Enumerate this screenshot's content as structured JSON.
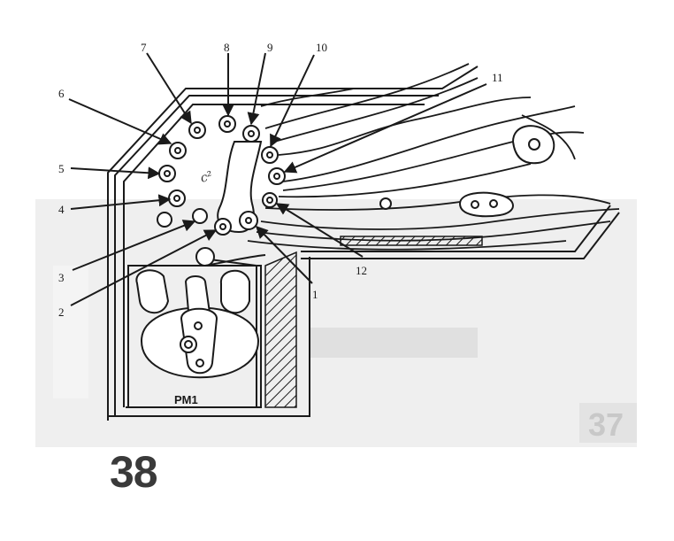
{
  "figure": {
    "number": "38",
    "component_label": "PM1",
    "handwritten_note": "c²",
    "page_mark": "37"
  },
  "callouts": [
    {
      "id": "1",
      "label": "1"
    },
    {
      "id": "2",
      "label": "2"
    },
    {
      "id": "3",
      "label": "3"
    },
    {
      "id": "4",
      "label": "4"
    },
    {
      "id": "5",
      "label": "5"
    },
    {
      "id": "6",
      "label": "6"
    },
    {
      "id": "7",
      "label": "7"
    },
    {
      "id": "8",
      "label": "8"
    },
    {
      "id": "9",
      "label": "9"
    },
    {
      "id": "10",
      "label": "10"
    },
    {
      "id": "11",
      "label": "11"
    },
    {
      "id": "12",
      "label": "12"
    }
  ],
  "colors": {
    "ink": "#1a1a1a",
    "background_ghost": "#e9e9e9",
    "paper": "#ffffff"
  }
}
